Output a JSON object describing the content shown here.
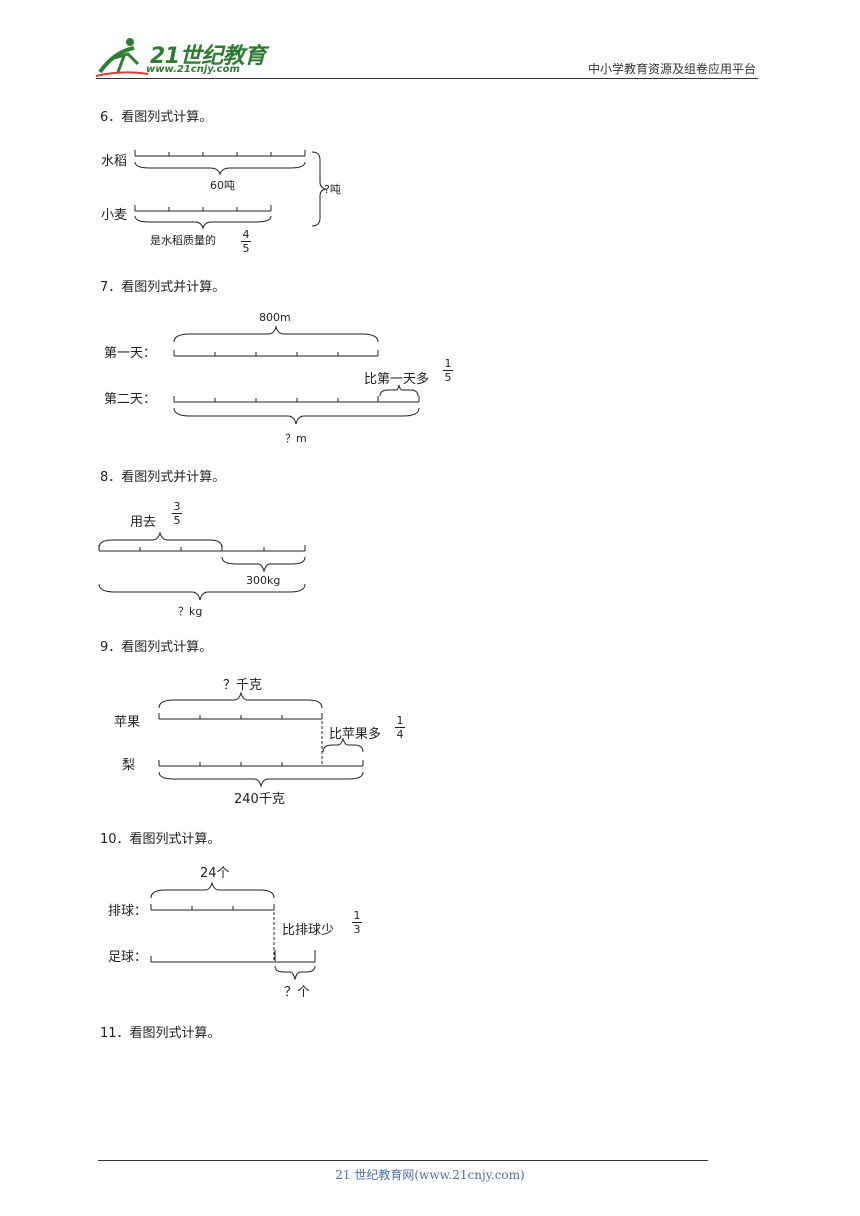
{
  "header": {
    "brand": "21世纪教育",
    "brand_url": "www.21cnjy.com",
    "right_text": "中小学教育资源及组卷应用平台"
  },
  "problems": [
    {
      "prompt": "6．看图列式计算。",
      "labels": {
        "row1": "水稻",
        "row1_total": "60吨",
        "row2": "小麦",
        "sum": "?吨",
        "note": "是水稻质量的",
        "frac_num": "4",
        "frac_den": "5"
      }
    },
    {
      "prompt": "7．看图列式并计算。",
      "labels": {
        "top": "800m",
        "row1": "第一天：",
        "row2": "第二天：",
        "note": "比第一天多",
        "frac_num": "1",
        "frac_den": "5",
        "bottom": "？m"
      }
    },
    {
      "prompt": "8．看图列式并计算。",
      "labels": {
        "note": "用去",
        "frac_num": "3",
        "frac_den": "5",
        "rest": "300kg",
        "bottom": "？kg"
      }
    },
    {
      "prompt": "9．看图列式计算。",
      "labels": {
        "top": "？千克",
        "row1": "苹果",
        "row2": "梨",
        "note": "比苹果多",
        "frac_num": "1",
        "frac_den": "4",
        "bottom": "240千克"
      }
    },
    {
      "prompt": "10．看图列式计算。",
      "labels": {
        "top": "24个",
        "row1": "排球：",
        "row2": "足球：",
        "note": "比排球少",
        "frac_num": "1",
        "frac_den": "3",
        "bottom": "？个"
      }
    },
    {
      "prompt": "11．看图列式计算。"
    }
  ],
  "footer": {
    "text": "21 世纪教育网(www.21cnjy.com)"
  },
  "colors": {
    "brand_green": "#2e7d32",
    "footer_blue": "#4a6fb0"
  }
}
